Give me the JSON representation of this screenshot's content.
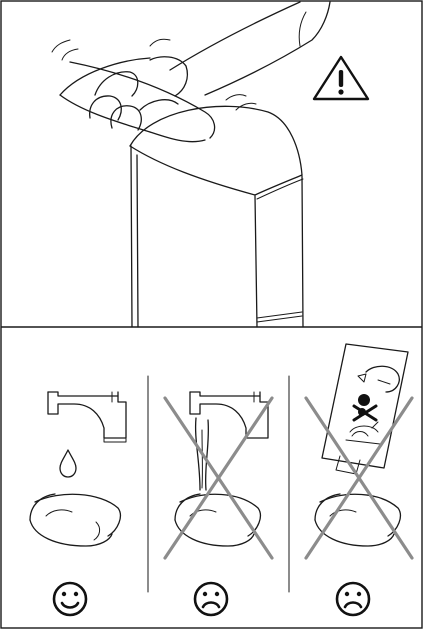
{
  "illustration": {
    "top_panel": {
      "warning_icon": "warning-triangle-icon",
      "scene": "hand-wiping-device-top"
    },
    "bottom_panel": {
      "panels": [
        {
          "id": "water-cloth",
          "verdict": "ok",
          "icon": "smiley-happy-icon",
          "crossed": false
        },
        {
          "id": "running-tap",
          "verdict": "not-ok",
          "icon": "smiley-sad-icon",
          "crossed": true
        },
        {
          "id": "chemical-cleaner",
          "verdict": "not-ok",
          "icon": "smiley-sad-icon",
          "crossed": true
        }
      ]
    }
  }
}
